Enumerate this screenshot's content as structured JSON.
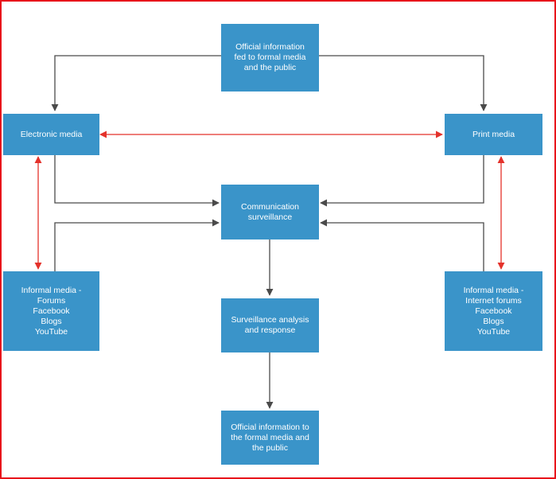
{
  "colors": {
    "box_fill": "#3a94c9",
    "box_text": "#ffffff",
    "flow_arrow": "#4a4a4a",
    "bidirectional_arrow": "#e4322b",
    "frame_border": "#e8141b"
  },
  "nodes": {
    "official_top": "Official information\nfed to formal media\nand the public",
    "electronic": "Electronic media",
    "print": "Print media",
    "surveillance": "Communication\nsurveillance",
    "informal_left": "Informal media -\nForums\nFacebook\nBlogs\nYouTube",
    "analysis": "Surveillance analysis\nand response",
    "informal_right": "Informal media -\nInternet forums\nFacebook\nBlogs\nYouTube",
    "official_bottom": "Official information to\nthe formal media and\nthe public"
  },
  "edges": [
    {
      "from": "official_top",
      "to": "electronic",
      "style": "flow"
    },
    {
      "from": "official_top",
      "to": "print",
      "style": "flow"
    },
    {
      "from": "electronic",
      "to": "print",
      "style": "bidirectional"
    },
    {
      "from": "electronic",
      "to": "informal_left",
      "style": "bidirectional"
    },
    {
      "from": "print",
      "to": "informal_right",
      "style": "bidirectional"
    },
    {
      "from": "electronic",
      "to": "surveillance",
      "style": "flow"
    },
    {
      "from": "print",
      "to": "surveillance",
      "style": "flow"
    },
    {
      "from": "informal_left",
      "to": "surveillance",
      "style": "flow"
    },
    {
      "from": "informal_right",
      "to": "surveillance",
      "style": "flow"
    },
    {
      "from": "surveillance",
      "to": "analysis",
      "style": "flow"
    },
    {
      "from": "analysis",
      "to": "official_bottom",
      "style": "flow"
    }
  ]
}
